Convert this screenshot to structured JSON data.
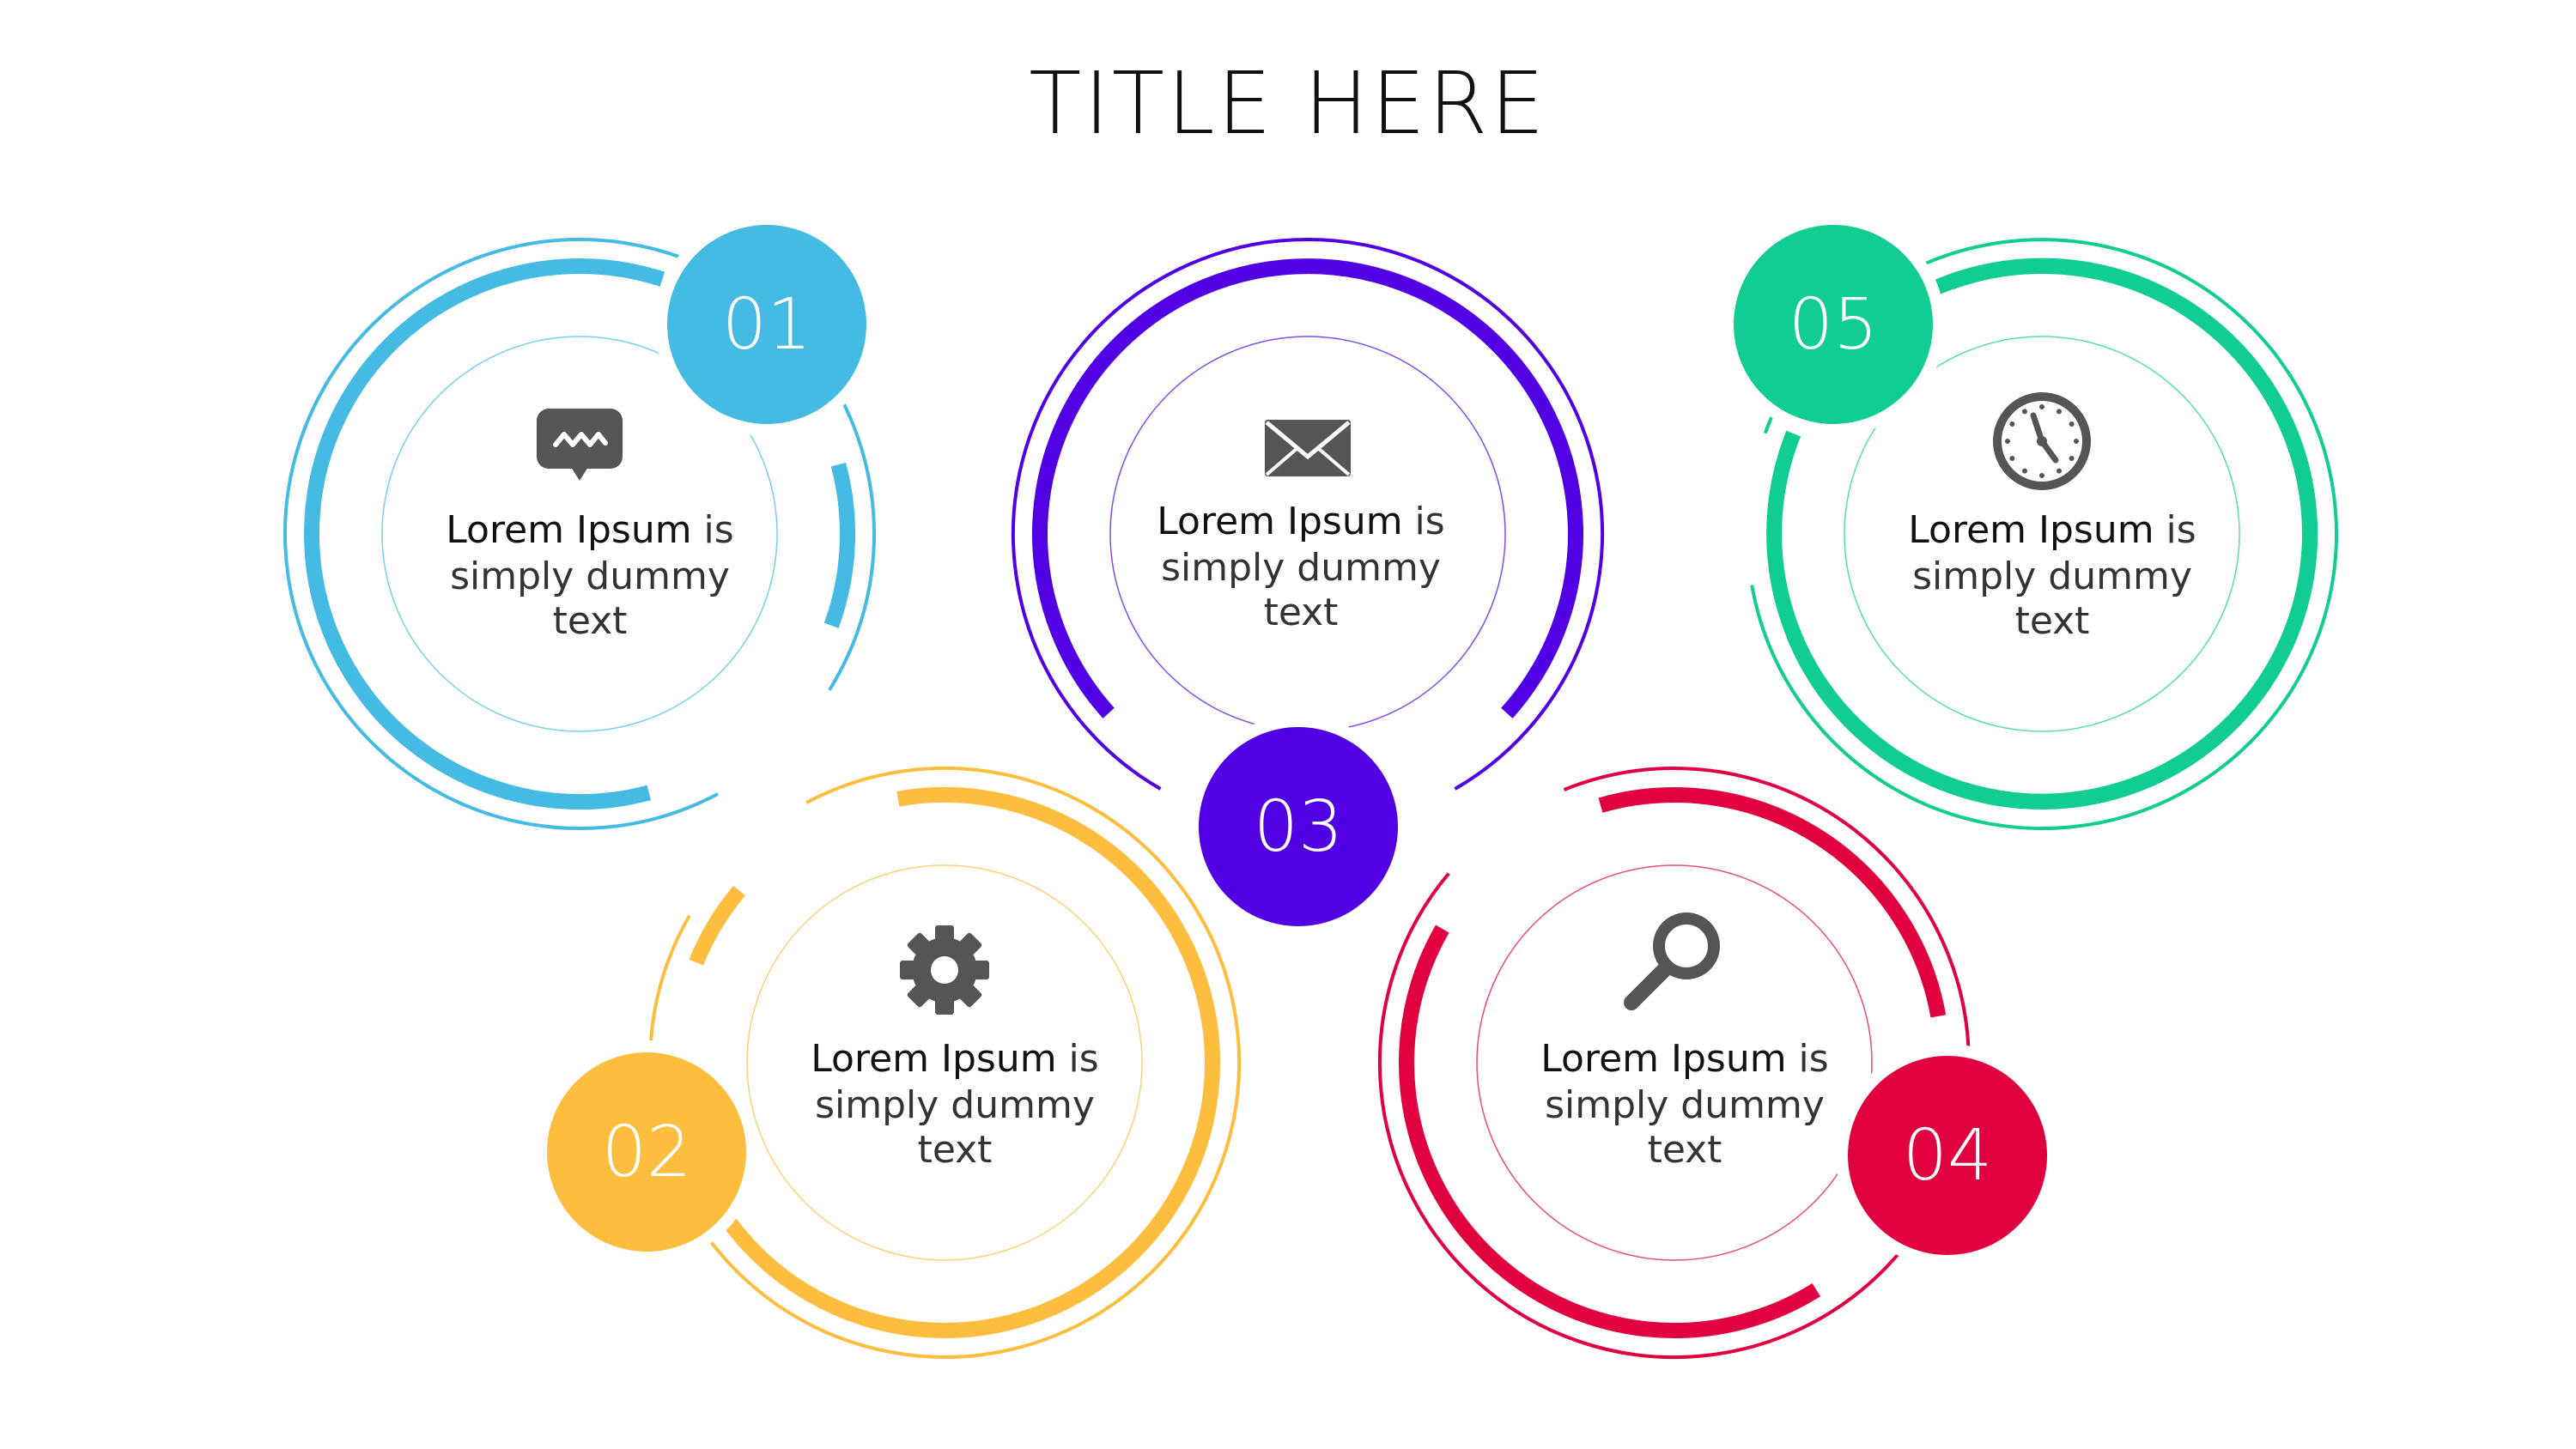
{
  "title": "TITLE HERE",
  "steps": [
    {
      "number": "01",
      "color": "#45BBE3",
      "icon": "chat-bubble-icon",
      "text_bold": "Lorem Ipsum",
      "text_rest_1": " is",
      "text_line2": "simply dummy",
      "text_line3": "text"
    },
    {
      "number": "02",
      "color": "#FDBE40",
      "icon": "gear-icon",
      "text_bold": "Lorem Ipsum",
      "text_rest_1": " is",
      "text_line2": "simply dummy",
      "text_line3": "text"
    },
    {
      "number": "03",
      "color": "#5000E2",
      "icon": "envelope-icon",
      "text_bold": "Lorem Ipsum",
      "text_rest_1": " is",
      "text_line2": "simply dummy",
      "text_line3": "text"
    },
    {
      "number": "04",
      "color": "#E0003F",
      "icon": "magnifier-icon",
      "text_bold": "Lorem Ipsum",
      "text_rest_1": " is",
      "text_line2": "simply dummy",
      "text_line3": "text"
    },
    {
      "number": "05",
      "color": "#11CC93",
      "icon": "clock-icon",
      "text_bold": "Lorem Ipsum",
      "text_rest_1": " is",
      "text_line2": "simply dummy",
      "text_line3": "text"
    }
  ]
}
